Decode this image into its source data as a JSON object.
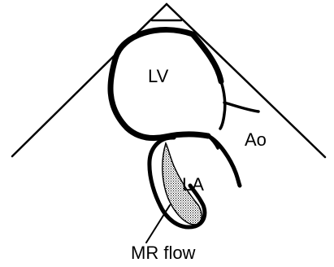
{
  "diagram": {
    "labels": {
      "lv": "LV",
      "ao": "Ao",
      "la": "LA",
      "mr": "MR flow"
    },
    "colors": {
      "stroke": "#000000",
      "background": "#ffffff",
      "jet_fill": "#d8d8d8"
    }
  }
}
